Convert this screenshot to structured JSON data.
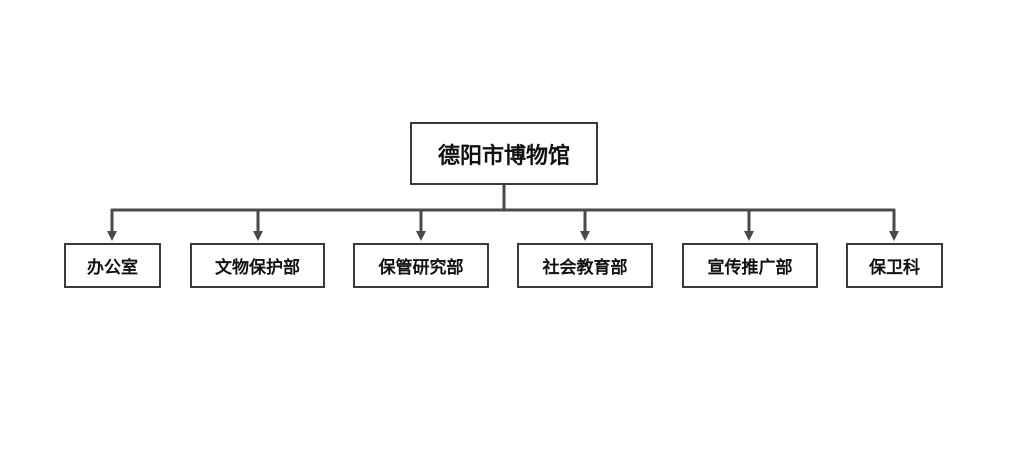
{
  "org_chart": {
    "root": {
      "label": "德阳市博物馆"
    },
    "departments": [
      {
        "label": "办公室"
      },
      {
        "label": "文物保护部"
      },
      {
        "label": "保管研究部"
      },
      {
        "label": "社会教育部"
      },
      {
        "label": "宣传推广部"
      },
      {
        "label": "保卫科"
      }
    ]
  },
  "colors": {
    "line": "#4a4a4a",
    "border": "#3a3a3a",
    "text": "#111111",
    "background": "#ffffff"
  }
}
